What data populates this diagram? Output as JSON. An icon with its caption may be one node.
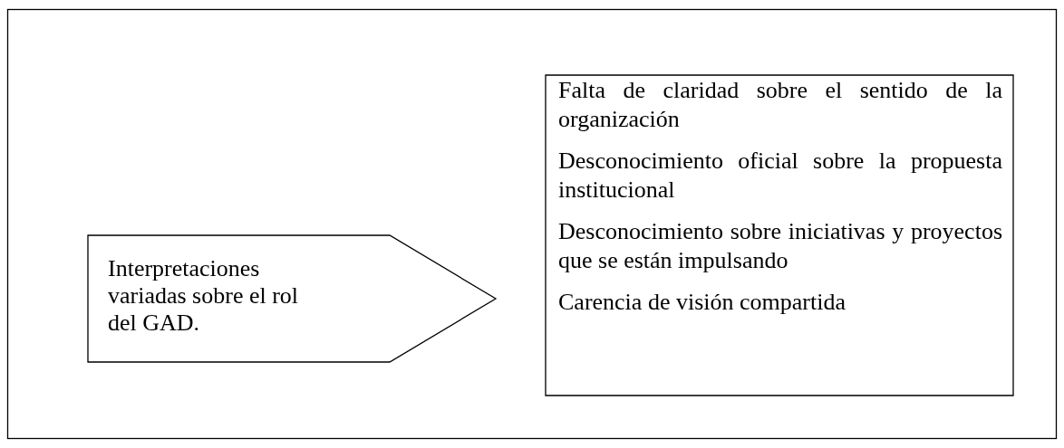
{
  "diagram": {
    "nodes": [
      {
        "text": [
          "Interpretaciones variadas sobre el rol del GAD."
        ]
      },
      {
        "text": [
          "Falta de claridad sobre el sentido de la organización",
          "Desconocimiento oficial sobre la propuesta institucional",
          "Desconocimiento sobre iniciativas y proyectos que se están impulsando",
          "Carencia de visión compartida"
        ]
      }
    ]
  }
}
